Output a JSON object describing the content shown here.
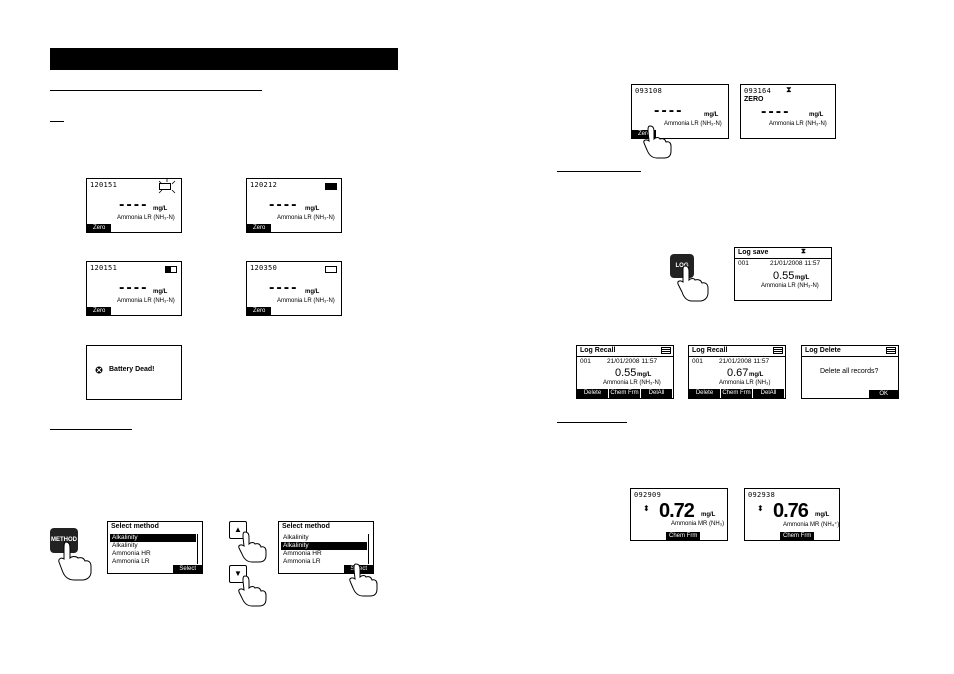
{
  "left_page": {
    "battery_screens": [
      {
        "id": "120151",
        "unit": "mg/L",
        "method": "Ammonia LR (NH₃-N)",
        "softkey": "Zero"
      },
      {
        "id": "120212",
        "unit": "mg/L",
        "method": "Ammonia LR (NH₃-N)",
        "softkey": "Zero"
      },
      {
        "id": "120151",
        "unit": "mg/L",
        "method": "Ammonia LR (NH₃-N)",
        "softkey": "Zero"
      },
      {
        "id": "120350",
        "unit": "mg/L",
        "method": "Ammonia LR (NH₃-N)",
        "softkey": "Zero"
      }
    ],
    "battery_dead_text": "Battery Dead!",
    "method_key_label": "METHOD",
    "select_screens": [
      {
        "title": "Select method",
        "items": [
          "Alkalinity",
          "Alkalinity",
          "Ammonia HR",
          "Ammonia LR"
        ],
        "selected": 0,
        "softkey": "Select"
      },
      {
        "title": "Select method",
        "items": [
          "Alkalinity",
          "Alkalinity",
          "Ammonia HR",
          "Ammonia LR"
        ],
        "selected": 1,
        "softkey": "Select"
      }
    ],
    "arrow_up": "▲",
    "arrow_down": "▼"
  },
  "right_page": {
    "zero_screens": [
      {
        "id": "093108",
        "unit": "mg/L",
        "method": "Ammonia LR (NH₃-N)",
        "softkey": "Zero"
      },
      {
        "id": "093164",
        "status": "ZERO",
        "unit": "mg/L",
        "method": "Ammonia LR (NH₃-N)",
        "hourglass": "⧗"
      }
    ],
    "log_key_label": "LOG",
    "log_save": {
      "title": "Log save",
      "hourglass": "⧗",
      "record": "001",
      "datetime": "21/01/2008  11:57",
      "value": "0.55",
      "unit": "mg/L",
      "method": "Ammonia LR (NH₃-N)"
    },
    "log_recall": [
      {
        "title": "Log Recall",
        "record": "001",
        "datetime": "21/01/2008  11:57",
        "value": "0.55",
        "unit": "mg/L",
        "method": "Ammonia LR (NH₃-N)",
        "softkeys": [
          "Delete",
          "Chem Frm",
          "DelAll"
        ]
      },
      {
        "title": "Log Recall",
        "record": "001",
        "datetime": "21/01/2008  11:57",
        "value": "0.67",
        "unit": "mg/L",
        "method": "Ammonia LR (NH₃)",
        "softkeys": [
          "Delete",
          "Chem Frm",
          "DelAll"
        ]
      }
    ],
    "log_delete": {
      "title": "Log Delete",
      "question": "Delete all records?",
      "softkey": "OK"
    },
    "chem_form_screens": [
      {
        "id": "092909",
        "value": "0.72",
        "unit": "mg/L",
        "method": "Ammonia MR (NH₃)",
        "softkey": "Chem Frm",
        "updown": "⬍"
      },
      {
        "id": "092938",
        "value": "0.76",
        "unit": "mg/L",
        "method": "Ammonia MR (NH₄⁺)",
        "softkey": "Chem Frm",
        "updown": "⬍"
      }
    ]
  }
}
